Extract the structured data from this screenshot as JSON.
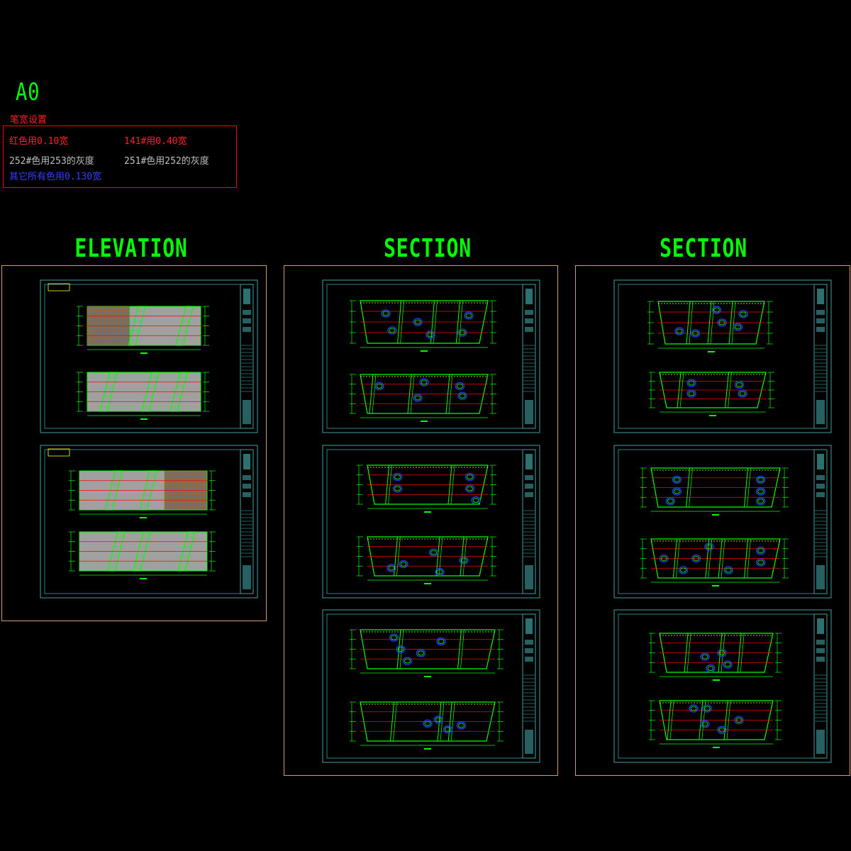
{
  "paper_size": "A0",
  "pen_settings": {
    "title": "笔宽设置",
    "lines": [
      {
        "text": "红色用0.10宽",
        "color": "#ff2020"
      },
      {
        "text": "141#用0.40宽",
        "color": "#ff2020"
      },
      {
        "text": "252#色用253的灰度",
        "color": "#c0c0c0"
      },
      {
        "text": "251#色用252的灰度",
        "color": "#c0c0c0"
      },
      {
        "text": "其它所有色用0.130宽",
        "color": "#3040ff"
      }
    ]
  },
  "sheets": [
    {
      "title": "ELEVATION"
    },
    {
      "title": "SECTION"
    },
    {
      "title": "SECTION"
    }
  ],
  "colors": {
    "background": "#000000",
    "drawing_line": "#00ff00",
    "frame": "#c8a070",
    "title_block": "#3fa0a0",
    "red_line": "#ff0000",
    "fill_grey": "#a0a0a0",
    "blue_line": "#2040ff"
  }
}
